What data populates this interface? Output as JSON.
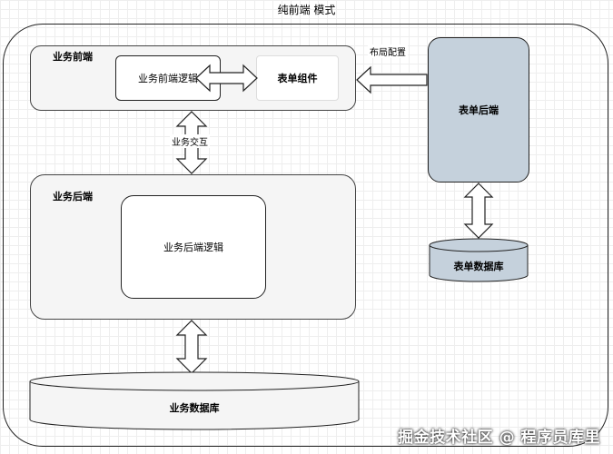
{
  "title": "纯前端 模式",
  "business_frontend": {
    "title": "业务前端",
    "logic_box": "业务前端逻辑",
    "form_component": "表单组件"
  },
  "layout_config_label": "布局配置",
  "form_backend": "表单后端",
  "form_database": "表单数据库",
  "business_interaction_label": "业务交互",
  "business_backend": {
    "title": "业务后端",
    "logic_box": "业务后端逻辑"
  },
  "business_database": "业务数据库",
  "watermark": "掘金技术社区 @ 程序员库里",
  "colors": {
    "form_backend_fill": "#c5d1dc",
    "panel_fill": "#f5f5f5",
    "stroke": "#222222"
  }
}
